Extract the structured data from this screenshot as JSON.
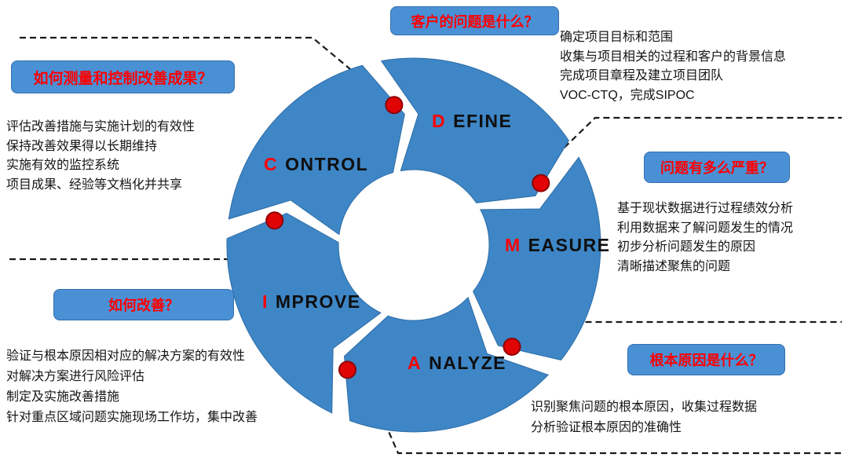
{
  "colors": {
    "ring_blue": "#3E86C6",
    "callout_blue": "#4A90D5",
    "question_red": "#FF0000",
    "initial_red": "#FF0000",
    "body_text": "#141414",
    "junction_dot_red": "#E00404"
  },
  "cycle": {
    "phases": [
      {
        "id": "define",
        "initial": "D",
        "rest": "EFINE"
      },
      {
        "id": "measure",
        "initial": "M",
        "rest": "EASURE"
      },
      {
        "id": "analyze",
        "initial": "A",
        "rest": "NALYZE"
      },
      {
        "id": "improve",
        "initial": "I",
        "rest": "MPROVE"
      },
      {
        "id": "control",
        "initial": "C",
        "rest": "ONTROL"
      }
    ]
  },
  "callouts": {
    "define": "客户的问题是什么？",
    "measure": "问题有多么严重？",
    "analyze": "根本原因是什么？",
    "improve": "如何改善？",
    "control": "如何测量和控制改善成果？"
  },
  "notes": {
    "define": [
      "确定项目目标和范围",
      "收集与项目相关的过程和客户的背景信息",
      "完成项目章程及建立项目团队",
      "VOC-CTQ，完成SIPOC"
    ],
    "measure": [
      "基于现状数据进行过程绩效分析",
      "利用数据来了解问题发生的情况",
      "初步分析问题发生的原因",
      "清晰描述聚焦的问题"
    ],
    "analyze": [
      "识别聚焦问题的根本原因，收集过程数据",
      "分析验证根本原因的准确性"
    ],
    "improve": [
      "验证与根本原因相对应的解决方案的有效性",
      "对解决方案进行风险评估",
      "制定及实施改善措施",
      "针对重点区域问题实施现场工作坊，集中改善"
    ],
    "control": [
      "评估改善措施与实施计划的有效性",
      "保持改善效果得以长期维持",
      "实施有效的监控系统",
      "项目成果、经验等文档化并共享"
    ]
  }
}
